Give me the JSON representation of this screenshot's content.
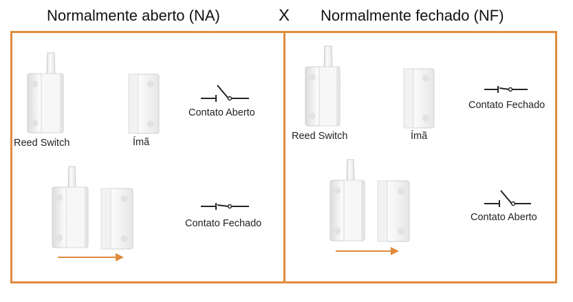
{
  "titles": {
    "left": "Normalmente aberto (NA)",
    "separator": "X",
    "right": "Normalmente fechado (NF)"
  },
  "left_panel": {
    "reed_label": "Reed Switch",
    "magnet_label": "Ímã",
    "state_top": "Contato Aberto",
    "state_bottom": "Contato Fechado"
  },
  "right_panel": {
    "reed_label": "Reed Switch",
    "magnet_label": "Ímã",
    "state_top": "Contato Fechado",
    "state_bottom": "Contato Aberto"
  },
  "colors": {
    "frame": "#e08a3c",
    "arrow": "#e08a3c",
    "symbol": "#222222"
  },
  "icons": [
    "reed-switch-icon",
    "magnet-icon",
    "switch-open-symbol",
    "switch-closed-symbol",
    "arrow-right-icon"
  ]
}
